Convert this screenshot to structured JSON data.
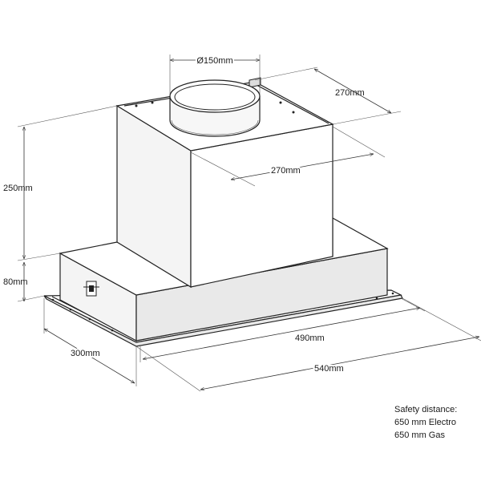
{
  "dimensions": {
    "duct_diameter": "Ø150mm",
    "top_depth": "270mm",
    "top_width": "270mm",
    "chimney_height": "250mm",
    "canopy_height": "80mm",
    "depth": "300mm",
    "inner_width": "490mm",
    "outer_width": "540mm"
  },
  "safety_note": {
    "heading": "Safety distance:",
    "electro": "650 mm Electro",
    "gas": "650 mm Gas"
  }
}
